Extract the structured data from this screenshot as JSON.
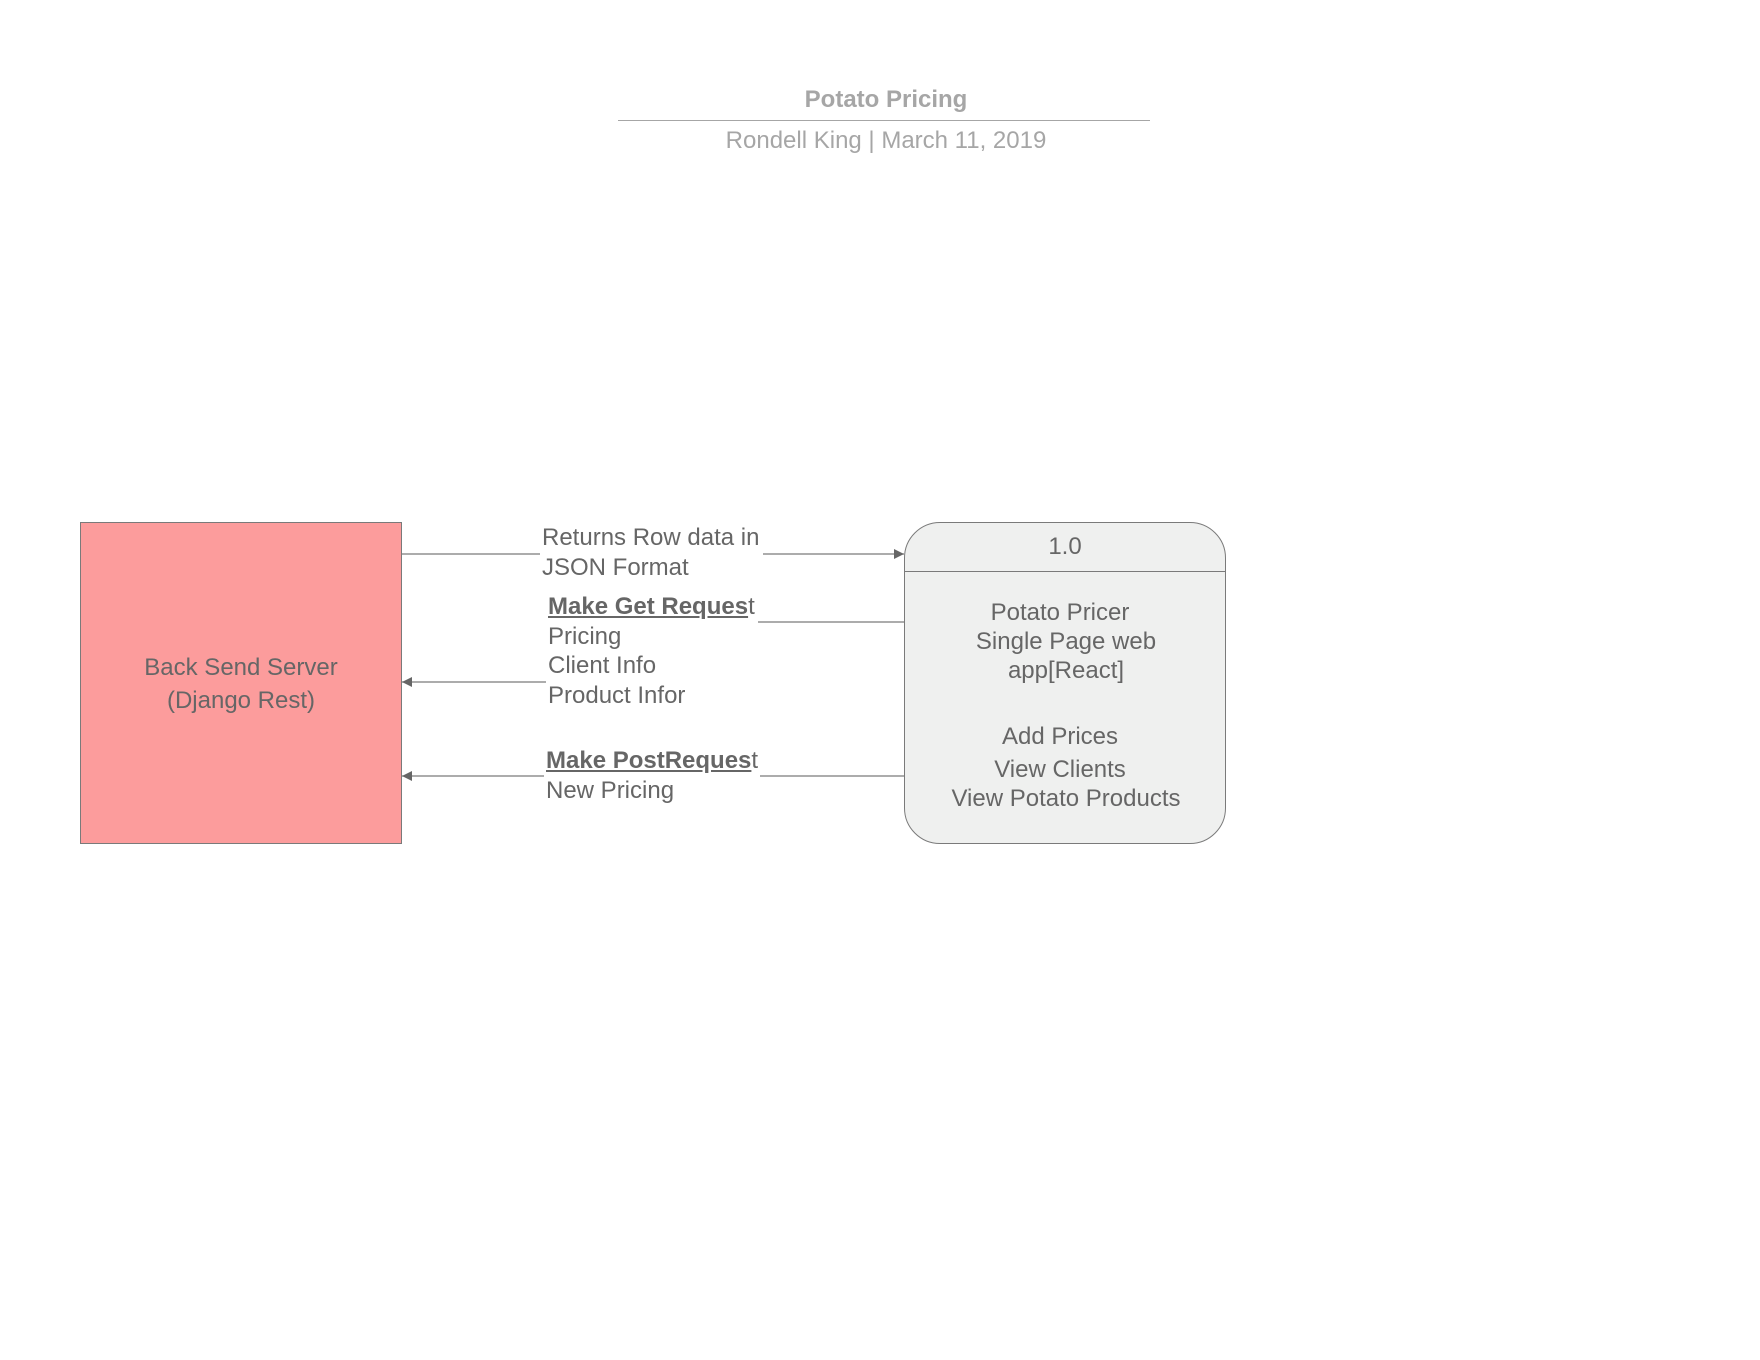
{
  "header": {
    "title": "Potato Pricing",
    "subtitle": "Rondell King  |  March 11, 2019"
  },
  "server": {
    "line1": "Back Send Server",
    "line2": "(Django Rest)",
    "fill_color": "#fc9c9c"
  },
  "process": {
    "id": "1.0",
    "lines": [
      "Potato Pricer",
      "Single Page web",
      "app[React]",
      "Add Prices",
      "View Clients",
      "View Potato Products"
    ],
    "fill_color": "#eff0ef"
  },
  "flows": {
    "returns": {
      "line1": "Returns Row data in",
      "line2": "JSON Format"
    },
    "get_request": {
      "heading_bold": "Make Get Reques",
      "heading_tail": "t",
      "line2": "Pricing",
      "line3": "Client Info",
      "line4": "Product Infor"
    },
    "post_request": {
      "heading_bold": "Make PostReques",
      "heading_tail": "t",
      "line2": "New Pricing"
    }
  }
}
